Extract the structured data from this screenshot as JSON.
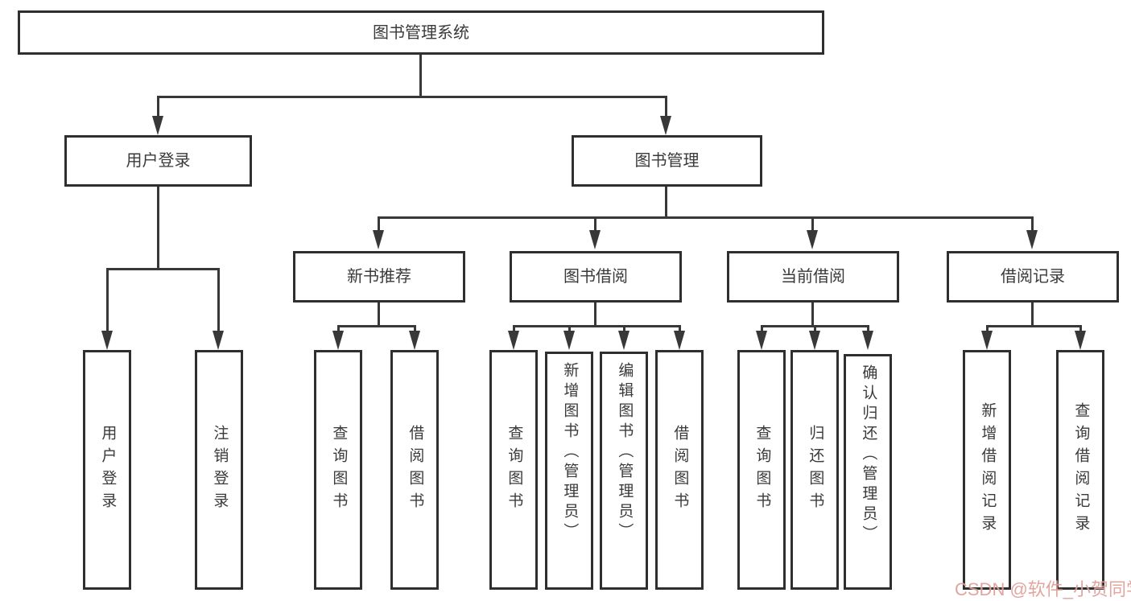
{
  "tree": {
    "root": {
      "label": "图书管理系统"
    },
    "branches": [
      {
        "label": "用户登录",
        "children": [
          {
            "label": "用户登录"
          },
          {
            "label": "注销登录"
          }
        ]
      },
      {
        "label": "图书管理",
        "children": [
          {
            "label": "新书推荐",
            "children": [
              {
                "label": "查询图书"
              },
              {
                "label": "借阅图书"
              }
            ]
          },
          {
            "label": "图书借阅",
            "children": [
              {
                "label": "查询图书"
              },
              {
                "label": "新增图书（管理员）"
              },
              {
                "label": "编辑图书（管理员）"
              },
              {
                "label": "借阅图书"
              }
            ]
          },
          {
            "label": "当前借阅",
            "children": [
              {
                "label": "查询图书"
              },
              {
                "label": "归还图书"
              },
              {
                "label": "确认归还（管理员）"
              }
            ]
          },
          {
            "label": "借阅记录",
            "children": [
              {
                "label": "新增借阅记录"
              },
              {
                "label": "查询借阅记录"
              }
            ]
          }
        ]
      }
    ]
  },
  "watermark": {
    "text": "CSDN @软件_小贺同学"
  },
  "colors": {
    "line": "#383838",
    "box_border": "#2f2f2f",
    "text": "#3a3a3a",
    "watermark": "#de948d",
    "background": "#ffffff"
  }
}
